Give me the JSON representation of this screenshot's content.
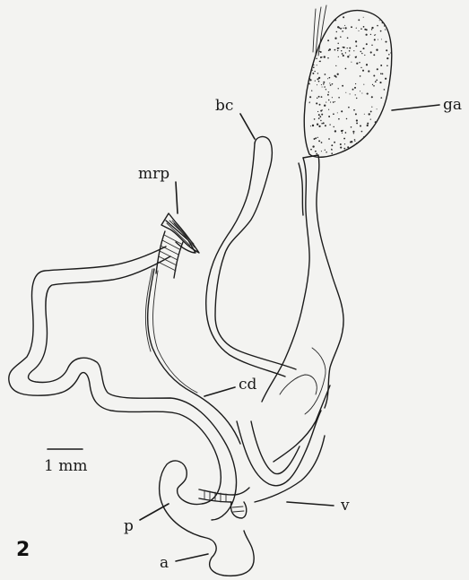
{
  "figure": {
    "number": "2",
    "scale_bar_label": "1 mm",
    "labels": {
      "ga": "ga",
      "bc": "bc",
      "mrp": "mrp",
      "cd": "cd",
      "v": "v",
      "p": "p",
      "a": "a"
    }
  }
}
